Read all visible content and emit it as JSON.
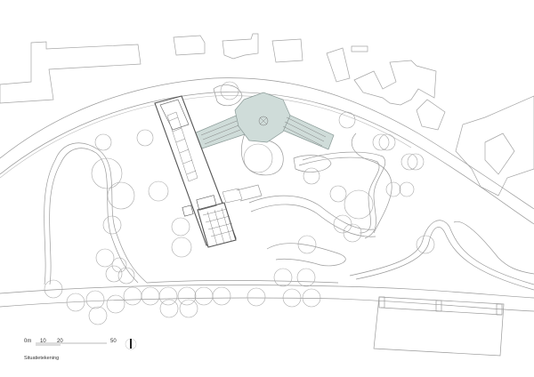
{
  "drawing": {
    "type": "site plan",
    "caption": "Situatietekening",
    "scale_bar": {
      "labels": [
        "0m",
        "10",
        "20",
        "50"
      ],
      "unit": "m"
    },
    "north_arrow": "north-arrow-icon",
    "colors": {
      "line": "#9a9a9a",
      "main_building_outline": "#555555",
      "existing_building_fill": "#cfdcd9",
      "background": "#ffffff"
    }
  }
}
